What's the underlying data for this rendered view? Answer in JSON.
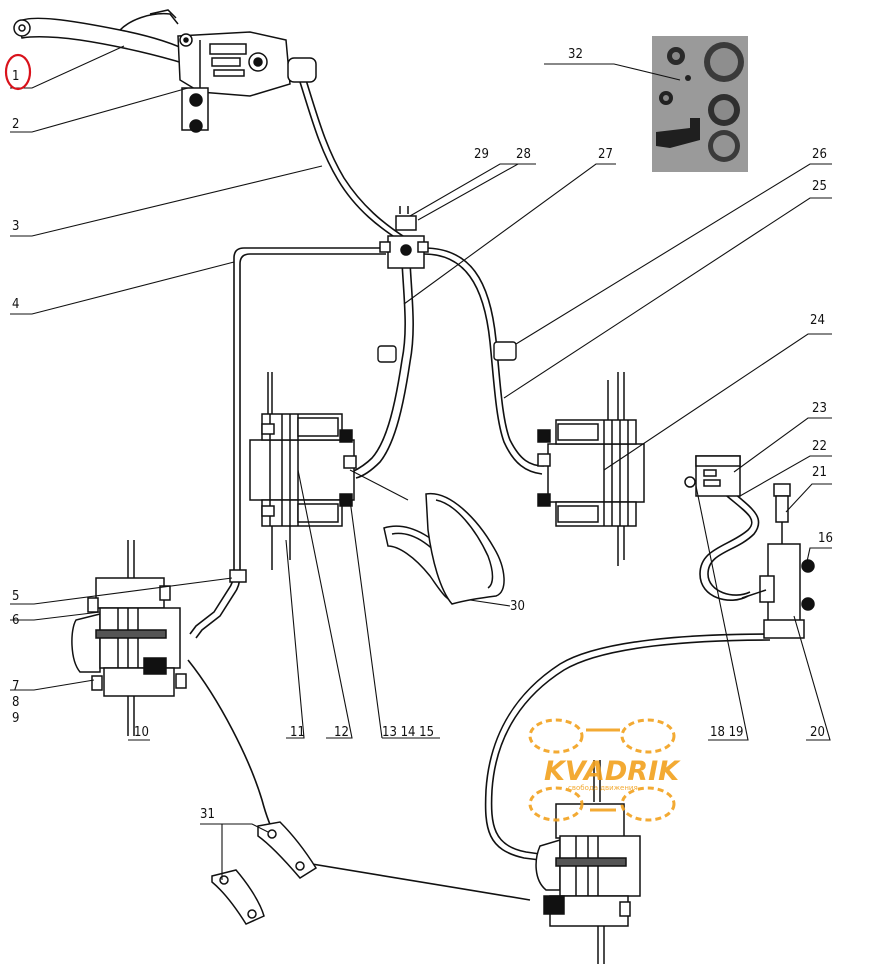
{
  "diagram": {
    "labels": [
      {
        "id": "1",
        "text": "1"
      },
      {
        "id": "2",
        "text": "2"
      },
      {
        "id": "3",
        "text": "3"
      },
      {
        "id": "4",
        "text": "4"
      },
      {
        "id": "5",
        "text": "5"
      },
      {
        "id": "6",
        "text": "6"
      },
      {
        "id": "7",
        "text": "7"
      },
      {
        "id": "8",
        "text": "8"
      },
      {
        "id": "9",
        "text": "9"
      },
      {
        "id": "10",
        "text": "10"
      },
      {
        "id": "11",
        "text": "11"
      },
      {
        "id": "12",
        "text": "12"
      },
      {
        "id": "13-14-15",
        "text": "13 14 15"
      },
      {
        "id": "16",
        "text": "16"
      },
      {
        "id": "18-19",
        "text": "18 19"
      },
      {
        "id": "20",
        "text": "20"
      },
      {
        "id": "21",
        "text": "21"
      },
      {
        "id": "22",
        "text": "22"
      },
      {
        "id": "23",
        "text": "23"
      },
      {
        "id": "24",
        "text": "24"
      },
      {
        "id": "25",
        "text": "25"
      },
      {
        "id": "26",
        "text": "26"
      },
      {
        "id": "27",
        "text": "27"
      },
      {
        "id": "28",
        "text": "28"
      },
      {
        "id": "29",
        "text": "29"
      },
      {
        "id": "30",
        "text": "30"
      },
      {
        "id": "31",
        "text": "31"
      },
      {
        "id": "32",
        "text": "32"
      }
    ],
    "highlight": {
      "label": "1",
      "color": "#d9121b"
    },
    "watermark": {
      "brand": "KVADRIK",
      "tagline": "свобода движения",
      "color": "#f2a11e"
    },
    "colors": {
      "line": "#111111",
      "photo_bg": "#9a9a9a"
    }
  }
}
